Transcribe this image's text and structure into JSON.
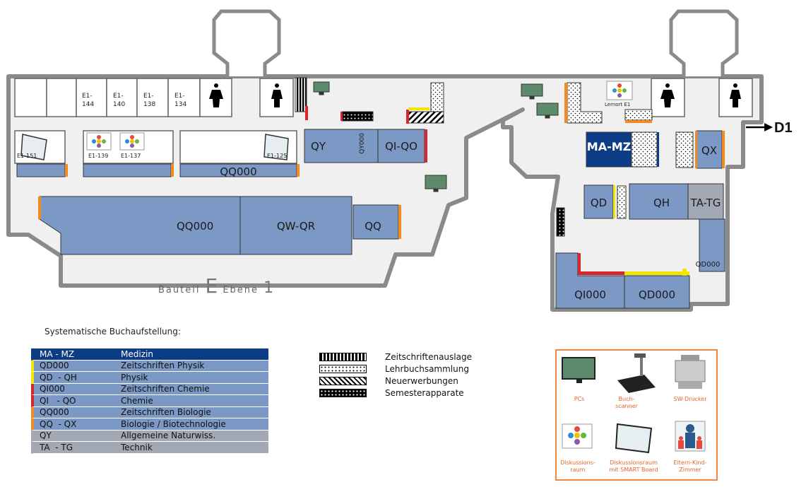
{
  "building": {
    "prefix": "Bauteil",
    "letter": "E",
    "level_word": "Ebene",
    "level_num": "1"
  },
  "exit_label": "D1",
  "rooms": [
    "E1-\n144",
    "E1-\n140",
    "E1-\n138",
    "E1-\n134"
  ],
  "panel_labels": [
    "E1-151",
    "E1-139",
    "E1-137",
    "E1-125"
  ],
  "lernort": "Lernort E1",
  "shelves": {
    "qq000_top": "QQ000",
    "qy": "QY",
    "qy000": "QY000",
    "qi_qo": "QI-QO",
    "qq000_main": "QQ000",
    "qw_qr": "QW-QR",
    "qq": "QQ",
    "ma_mz": "MA-MZ",
    "qx": "QX",
    "qd": "QD",
    "qh": "QH",
    "ta_tg": "TA-TG",
    "qd000_small": "QD000",
    "qi000": "QI000",
    "qd000": "QD000"
  },
  "legend": {
    "title": "Systematische Buchaufstellung:",
    "rows": [
      {
        "code": "MA - MZ",
        "desc": "Medizin",
        "bg": "#0d3c86",
        "fg": "#ffffff",
        "stripe": "#0d3c86"
      },
      {
        "code": "QD000",
        "desc": "Zeitschriften Physik",
        "bg": "#7c98c4",
        "fg": "#111111",
        "stripe": "#f2e600"
      },
      {
        "code": "QD  - QH",
        "desc": "Physik",
        "bg": "#7c98c4",
        "fg": "#111111",
        "stripe": "#f2e600"
      },
      {
        "code": "QI000",
        "desc": "Zeitschriften Chemie",
        "bg": "#7c98c4",
        "fg": "#111111",
        "stripe": "#d8262f"
      },
      {
        "code": "QI   - QO",
        "desc": "Chemie",
        "bg": "#7c98c4",
        "fg": "#111111",
        "stripe": "#d8262f"
      },
      {
        "code": "QQ000",
        "desc": "Zeitschriften Biologie",
        "bg": "#7c98c4",
        "fg": "#111111",
        "stripe": "#f28a22"
      },
      {
        "code": "QQ  - QX",
        "desc": "Biologie / Biotechnologie",
        "bg": "#7c98c4",
        "fg": "#111111",
        "stripe": "#f28a22"
      },
      {
        "code": "QY",
        "desc": "Allgemeine Naturwiss.",
        "bg": "#a2a9b4",
        "fg": "#111111",
        "stripe": "#a2a9b4"
      },
      {
        "code": "TA  - TG",
        "desc": "Technik",
        "bg": "#a2a9b4",
        "fg": "#111111",
        "stripe": "#a2a9b4"
      }
    ]
  },
  "symbols": [
    "Zeitschriftenauslage",
    "Lehrbuchsammlung",
    "Neuerwerbungen",
    "Semesterapparate"
  ],
  "services": {
    "pcs": "PCs",
    "scanner": "Buch-\nscanner",
    "printer": "SW-Drucker",
    "disc": "Diskussions-\nraum",
    "smart": "Diskussionsraum\nmit SMART Board",
    "family": "Eltern-Kind-\nZimmer"
  },
  "colors": {
    "shelf": "#7c98c4",
    "medicine": "#0d3c86",
    "technik": "#a2a9b4",
    "floor": "#f0f0f0",
    "wall": "#8a8a8a",
    "accent": "#f0883e"
  }
}
